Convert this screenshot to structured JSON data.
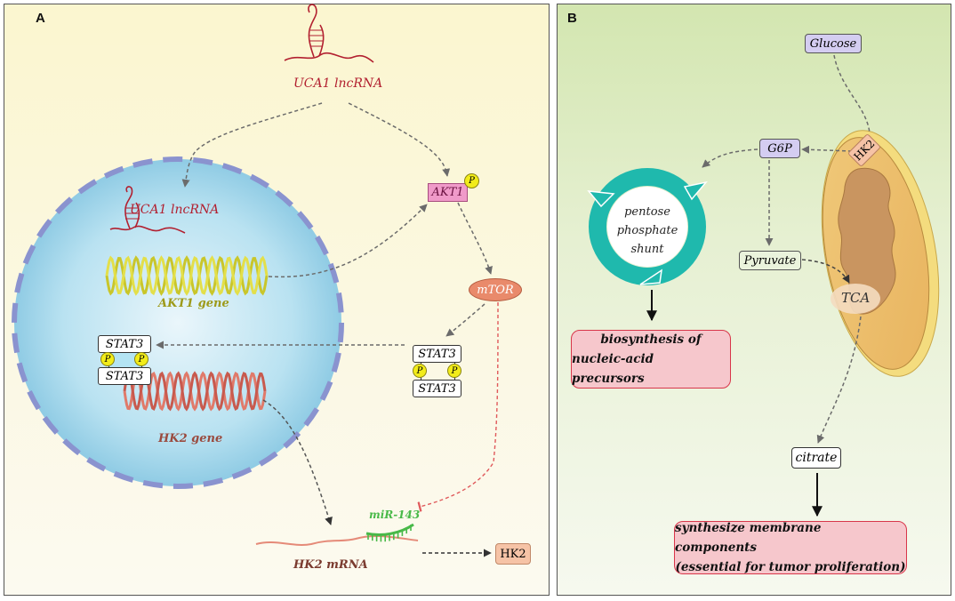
{
  "panel_a": {
    "label": "A",
    "uca1_outside": "UCA1 lncRNA",
    "uca1_nucleus": "UCA1 lncRNA",
    "akt1": "AKT1",
    "phospho": "P",
    "akt1_gene": "AKT1 gene",
    "mtor": "mTOR",
    "stat3": "STAT3",
    "hk2_gene": "HK2 gene",
    "mir143": "miR-143",
    "hk2_mrna": "HK2 mRNA",
    "hk2_protein": "HK2"
  },
  "panel_b": {
    "label": "B",
    "glucose": "Glucose",
    "g6p": "G6P",
    "hk2": "HK2",
    "pentose_lines": [
      "pentose",
      "phosphate",
      "shunt"
    ],
    "pyruvate": "Pyruvate",
    "tca": "TCA",
    "biosynthesis_lines": [
      "biosynthesis of",
      "nucleic-acid precursors"
    ],
    "citrate": "citrate",
    "membrane_lines": [
      "synthesize membrane components",
      "(essential for tumor proliferation)"
    ]
  },
  "colors": {
    "lncrna_red": "#b22030",
    "nucleus_blue": "#a8d8ec",
    "akt1_pink": "#f09ac9",
    "mtor_salmon": "#e98a6b",
    "phospho_yellow": "#f2ec1a",
    "mir_green": "#48b948",
    "hk2_peach": "#f6c3a6",
    "metabolite_purple": "#d4cdf1",
    "shunt_teal": "#1fb9ad",
    "outcome_pink": "#f6c7cc"
  }
}
